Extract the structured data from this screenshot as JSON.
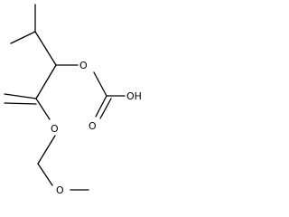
{
  "molecule": {
    "atoms": {
      "ester_o": "O",
      "carbonyl_o": "O",
      "hydroxyl": "OH",
      "ether_o1": "O",
      "ether_o2": "O"
    }
  },
  "colors": {
    "bond": "#000000",
    "label": "#000000",
    "background": "#ffffff"
  }
}
